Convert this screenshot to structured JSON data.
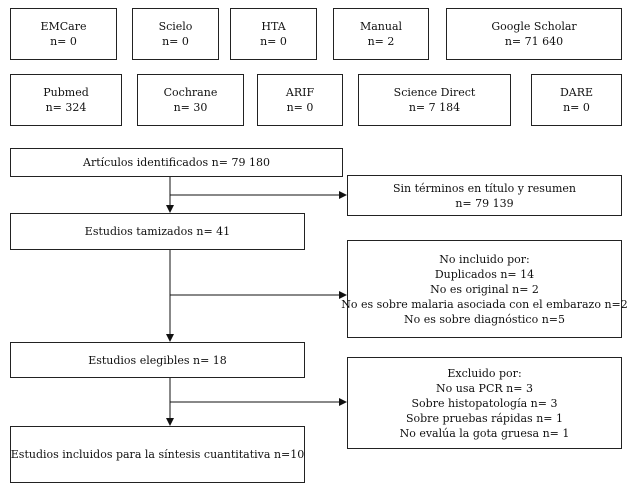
{
  "sources": [
    {
      "name": "EMCare",
      "count": "n= 0"
    },
    {
      "name": "Scielo",
      "count": "n= 0"
    },
    {
      "name": "HTA",
      "count": "n= 0"
    },
    {
      "name": "Manual",
      "count": "n= 2"
    },
    {
      "name": "Google Scholar",
      "count": "n= 71 640"
    },
    {
      "name": "Pubmed",
      "count": "n= 324"
    },
    {
      "name": "Cochrane",
      "count": "n= 30"
    },
    {
      "name": "ARIF",
      "count": "n= 0"
    },
    {
      "name": "Science Direct",
      "count": "n= 7  184"
    },
    {
      "name": "DARE",
      "count": "n= 0"
    }
  ],
  "flow": {
    "identified": "Artículos identificados n= 79 180",
    "screened": "Estudios tamizados n= 41",
    "eligible": "Estudios elegibles n= 18",
    "included": "Estudios incluidos para la síntesis cuantitativa n=10"
  },
  "exclusions": {
    "no_terms": {
      "lines": [
        "Sin términos en título y resumen",
        "n= 79 139"
      ]
    },
    "not_included": {
      "lines": [
        "No incluido por:",
        "Duplicados n= 14",
        "No es original n= 2",
        "No es sobre malaria asociada con el embarazo n=2",
        "No es sobre diagnóstico n=5"
      ]
    },
    "excluded": {
      "lines": [
        "Excluido por:",
        "No usa PCR n= 3",
        "Sobre histopatología n= 3",
        "Sobre pruebas rápidas n= 1",
        "No evalúa la gota gruesa n= 1"
      ]
    }
  }
}
